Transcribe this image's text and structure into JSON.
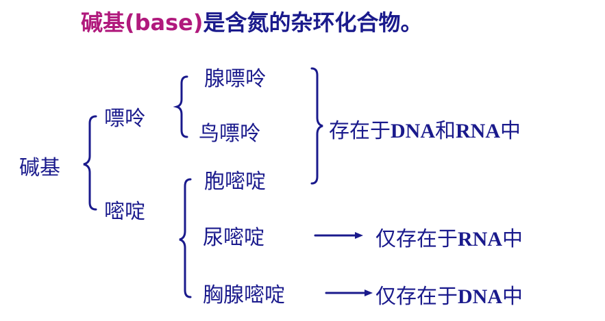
{
  "title": {
    "highlight": "碱基(base)",
    "rest": "是含氮的杂环化合物。"
  },
  "root": "碱基",
  "groups": {
    "purine": "嘌呤",
    "pyrimidine": "嘧啶"
  },
  "bases": {
    "adenine": "腺嘌呤",
    "guanine": "鸟嘌呤",
    "cytosine": "胞嘧啶",
    "uracil": "尿嘧啶",
    "thymine": "胸腺嘧啶"
  },
  "notes": {
    "both_pre": "存在于",
    "both_dna": "DNA",
    "both_mid": "和",
    "both_rna": "RNA",
    "both_post": "中",
    "rna_pre": "仅存在于",
    "rna_bold": "RNA",
    "rna_post": "中",
    "dna_pre": "仅存在于",
    "dna_bold": "DNA",
    "dna_post": "中"
  },
  "colors": {
    "text": "#1a1a8c",
    "highlight": "#b0197c"
  }
}
